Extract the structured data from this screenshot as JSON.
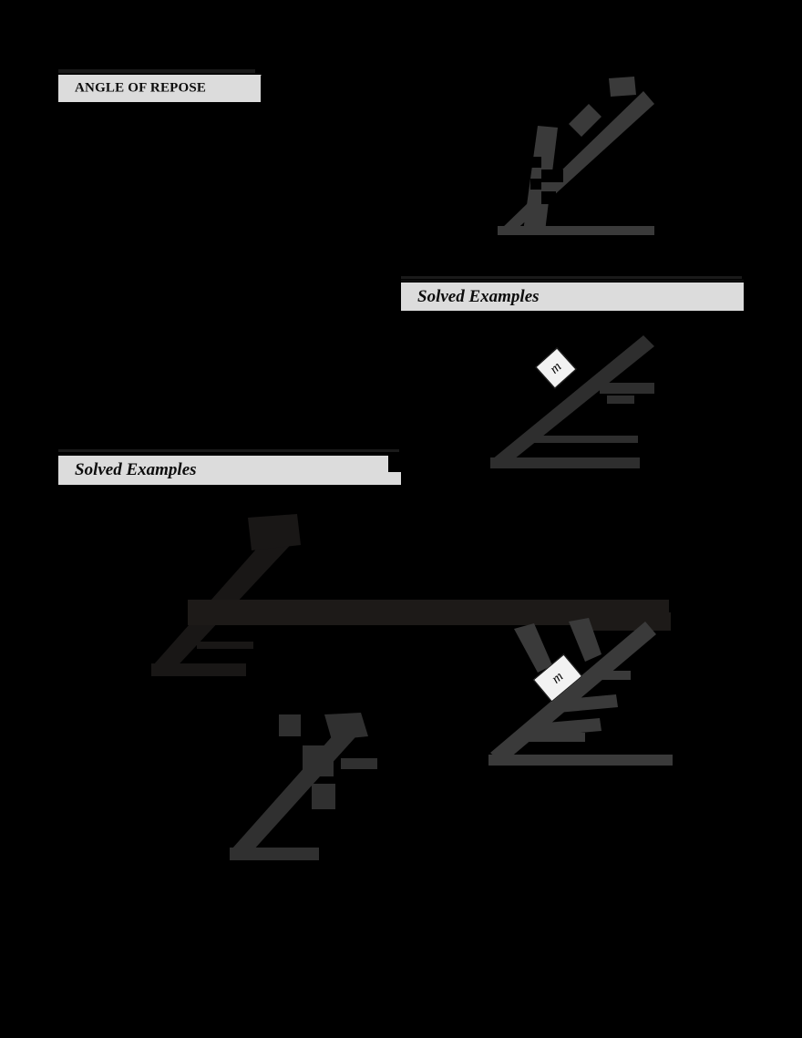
{
  "page": {
    "background_color": "#000000",
    "banner_fill": "#dcdcdc",
    "ink_color": "#0c0c0c",
    "figure_stroke": "#3a3a3a"
  },
  "sections": [
    {
      "id": "angle-of-repose",
      "title": "ANGLE OF REPOSE",
      "style": "ribbon"
    },
    {
      "id": "solved-examples-right",
      "title": "Solved Examples",
      "style": "bar"
    },
    {
      "id": "solved-examples-left",
      "title": "Solved Examples",
      "style": "bar"
    }
  ],
  "figures": [
    {
      "id": "fig-incline-repose",
      "caption": "",
      "kind": "inclined-plane",
      "labels": []
    },
    {
      "id": "fig-incline-block-m",
      "caption": "",
      "kind": "inclined-plane-with-block",
      "labels": [
        {
          "text": "m",
          "role": "mass-block"
        }
      ]
    },
    {
      "id": "fig-incline-large",
      "caption": "",
      "kind": "inclined-plane",
      "labels": []
    },
    {
      "id": "fig-free-body",
      "caption": "",
      "kind": "free-body-diagram",
      "labels": [
        {
          "text": "m",
          "role": "mass-block"
        }
      ]
    },
    {
      "id": "fig-incline-forces",
      "caption": "",
      "kind": "inclined-plane-with-forces",
      "labels": []
    }
  ]
}
